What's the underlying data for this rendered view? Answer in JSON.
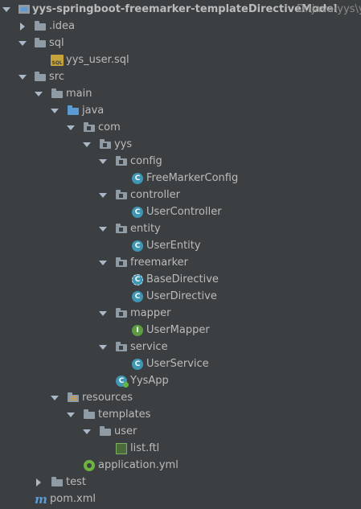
{
  "tree": {
    "root": {
      "name": "yys-springboot-freemarker-templateDirectiveModel",
      "path": "D:\\java\\yys\\yys"
    },
    "idea": "idea",
    "sql": "sql",
    "sql_file": "yys_user.sql",
    "src": "src",
    "main": "main",
    "java": "java",
    "com": "com",
    "yys": "yys",
    "config": "config",
    "freemarker_config": "FreeMarkerConfig",
    "controller": "controller",
    "user_controller": "UserController",
    "entity": "entity",
    "user_entity": "UserEntity",
    "freemarker": "freemarker",
    "base_directive": "BaseDirective",
    "user_directive": "UserDirective",
    "mapper": "mapper",
    "user_mapper": "UserMapper",
    "service": "service",
    "user_service": "UserService",
    "yys_app": "YysApp",
    "resources": "resources",
    "templates": "templates",
    "user": "user",
    "list_ftl": "list.ftl",
    "application_yml": "application.yml",
    "test": "test",
    "pom": "pom.xml"
  },
  "icons": {
    "class_letter": "C",
    "interface_letter": "I",
    "sql_text": "SQL",
    "maven_letter": "m"
  },
  "colors": {
    "background": "#3c3f41",
    "text": "#bbbbbb",
    "folder": "#8f9ba5",
    "source_folder": "#5b9bd5",
    "class": "#3f97b5",
    "interface": "#5e9c43"
  }
}
